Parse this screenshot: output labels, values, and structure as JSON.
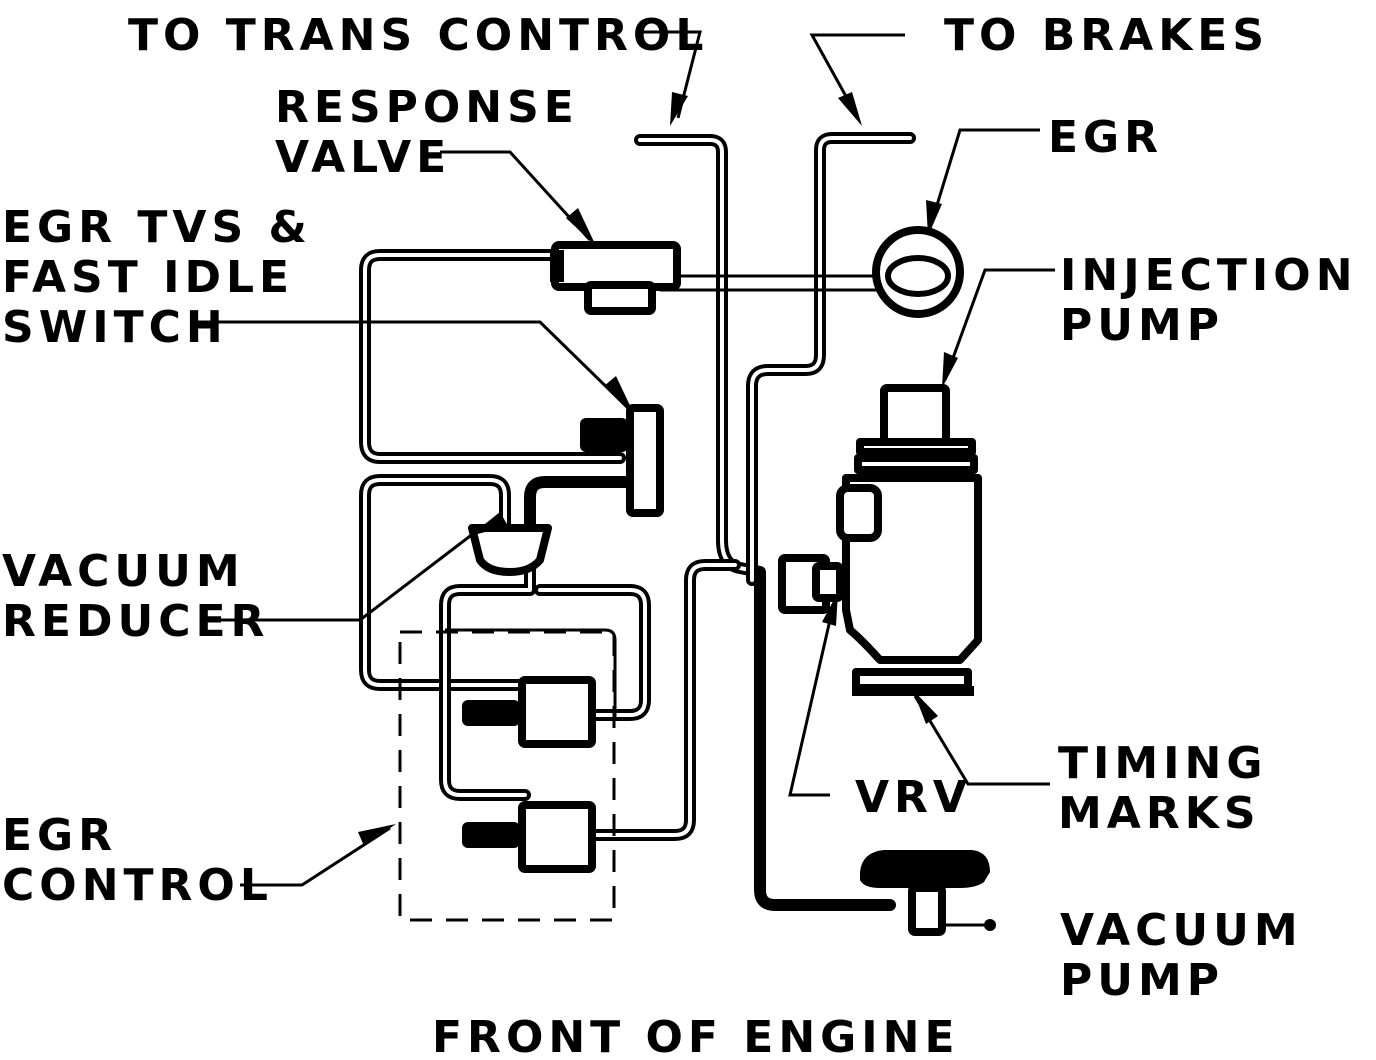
{
  "labels": {
    "to_trans_control": "TO TRANS CONTROL",
    "to_brakes": "TO BRAKES",
    "response_valve": [
      "RESPONSE",
      "VALVE"
    ],
    "egr": "EGR",
    "egr_tvs": [
      "EGR TVS &",
      "FAST IDLE",
      "SWITCH"
    ],
    "injection_pump": [
      "INJECTION",
      "PUMP"
    ],
    "vacuum_reducer": [
      "VACUUM",
      "REDUCER"
    ],
    "timing_marks": [
      "TIMING",
      "MARKS"
    ],
    "vrv": "VRV",
    "egr_control": [
      "EGR",
      "CONTROL"
    ],
    "vacuum_pump": [
      "VACUUM",
      "PUMP"
    ],
    "front_of_engine": "FRONT OF ENGINE"
  },
  "colors": {
    "ink": "#000000",
    "paper": "#ffffff"
  }
}
